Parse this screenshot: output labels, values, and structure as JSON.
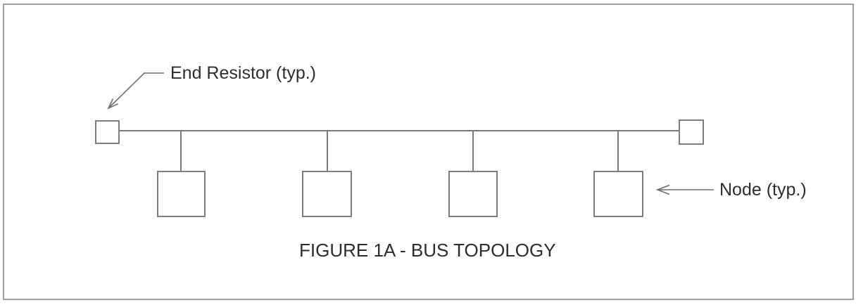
{
  "diagram": {
    "type": "bus-topology-figure",
    "caption": "FIGURE 1A - BUS TOPOLOGY",
    "labels": {
      "end_resistor": "End Resistor (typ.)",
      "node": "Node (typ.)"
    },
    "elements": {
      "end_resistor_count": 2,
      "node_count": 4
    },
    "colors": {
      "background": "#ffffff",
      "frame_border": "#9e9e9e",
      "line": "#7a7a7a",
      "text": "#2d2d2d"
    }
  }
}
